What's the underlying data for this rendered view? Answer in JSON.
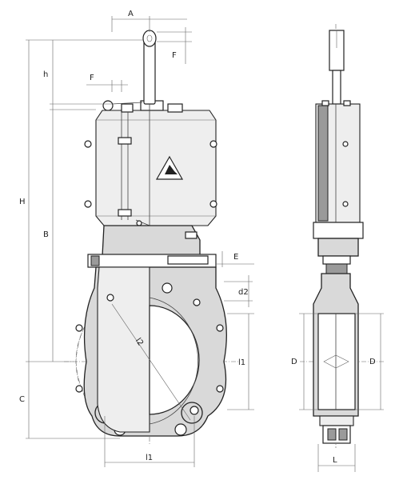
{
  "dimensions": {
    "A": "A",
    "F_top": "F",
    "F_left": "F",
    "h": "h",
    "H": "H",
    "B": "B",
    "C": "C",
    "E": "E",
    "d2": "d2",
    "I1_right": "l1",
    "I1_bottom": "l1",
    "I2": "l2",
    "D_left": "D",
    "D_right": "D",
    "L": "L"
  },
  "colors": {
    "body": "#d9d9d9",
    "line": "#222222"
  },
  "icons": {
    "warning": "crush-hand-warning-icon"
  }
}
